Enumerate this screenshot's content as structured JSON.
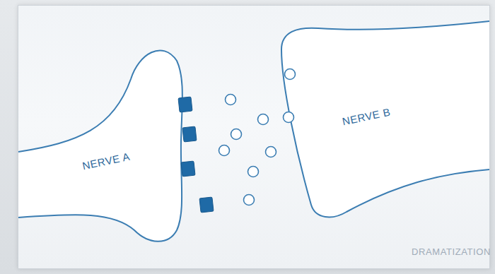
{
  "diagram": {
    "nodes": [
      {
        "text": [
          "NERVE A"
        ]
      },
      {
        "text": [
          "NERVE B"
        ]
      }
    ],
    "labels": [
      "DRAMATIZATION"
    ]
  }
}
